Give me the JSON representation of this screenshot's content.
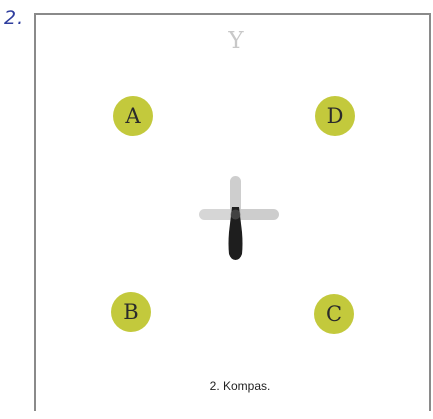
{
  "page": {
    "number": "2."
  },
  "diagram": {
    "axis_label": "Y",
    "stations": [
      {
        "id": "A",
        "label": "A"
      },
      {
        "id": "D",
        "label": "D"
      },
      {
        "id": "B",
        "label": "B"
      },
      {
        "id": "C",
        "label": "C"
      }
    ],
    "caption": "2. Kompas."
  },
  "colors": {
    "station_fill": "#c3c93c",
    "page_number": "#2f3e9e",
    "axis_label": "#c8c8c8",
    "frame_border": "#8a8a8a",
    "compass_dark": "#1e1e1e",
    "compass_light": "#c9c9c9"
  },
  "icons": {
    "compass": "compass-needle-icon"
  }
}
